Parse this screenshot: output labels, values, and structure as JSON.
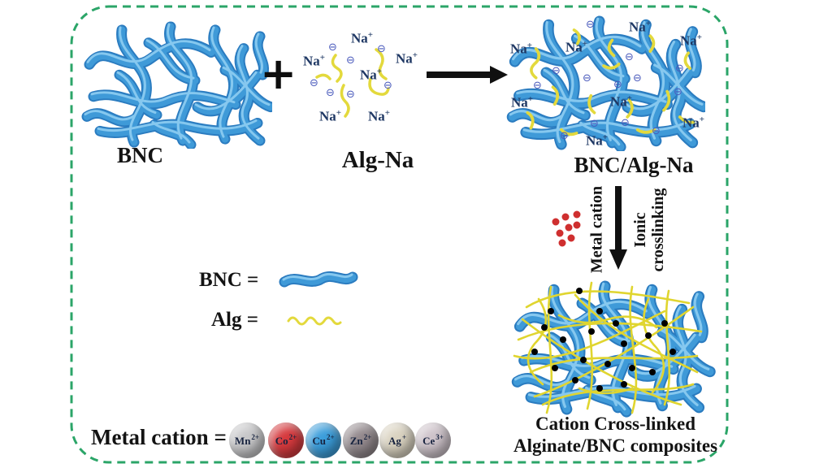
{
  "colors": {
    "border_green": "#2ba568",
    "bnc_blue": "#3f9ad8",
    "alg_yellow": "#e3d93c",
    "ion_navy": "#1f3864",
    "minus_blue": "#4a5abc",
    "cation_red": "#cf2f2f",
    "arrow_black": "#101010"
  },
  "reactants": {
    "bnc_label": "BNC",
    "alg_label": "Alg-Na",
    "plus_sign": "+",
    "combined_label": "BNC/Alg-Na"
  },
  "ions": {
    "na_symbol": "Na",
    "na_charge": "+",
    "minus_glyph": "⊖"
  },
  "process": {
    "left_label": "Metal cation",
    "right_label_line1": "Ionic",
    "right_label_line2": "crosslinking"
  },
  "product": {
    "label_line1": "Cation Cross-linked",
    "label_line2": "Alginate/BNC composites"
  },
  "legend": {
    "bnc_label": "BNC =",
    "alg_label": "Alg ="
  },
  "metal_legend": {
    "label": "Metal cation =",
    "cations": [
      {
        "symbol": "Mn",
        "charge": "2+",
        "color": "#c7c7c9"
      },
      {
        "symbol": "Co",
        "charge": "2+",
        "color": "#d63a3e"
      },
      {
        "symbol": "Cu",
        "charge": "2+",
        "color": "#3c9edb"
      },
      {
        "symbol": "Zn",
        "charge": "2+",
        "color": "#948a8e"
      },
      {
        "symbol": "Ag",
        "charge": "+",
        "color": "#dad3c1"
      },
      {
        "symbol": "Ce",
        "charge": "3+",
        "color": "#cec3ca"
      }
    ]
  }
}
